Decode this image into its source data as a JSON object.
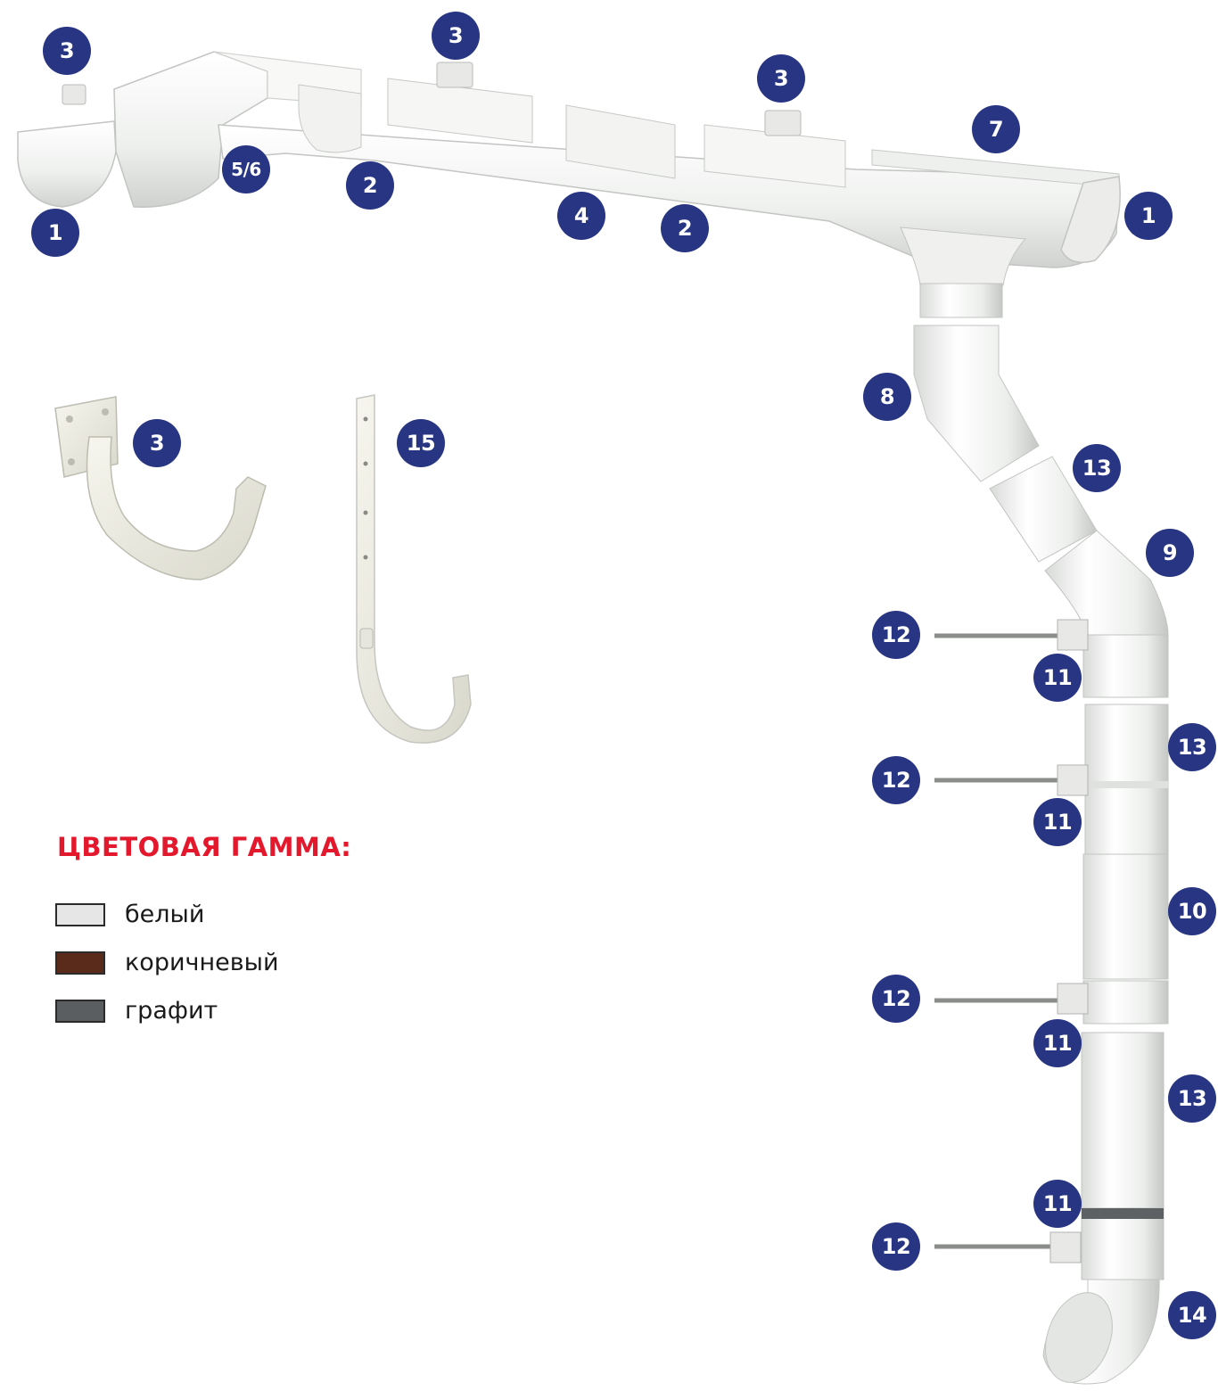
{
  "legend": {
    "title": "ЦВЕТОВАЯ ГАММА:",
    "items": [
      {
        "label": "белый",
        "color": "#e6e6e6"
      },
      {
        "label": "коричневый",
        "color": "#5a2a1a"
      },
      {
        "label": "графит",
        "color": "#5a5e61"
      }
    ]
  },
  "callouts": {
    "gutter_cap_left": "1",
    "gutter_cap_right": "1",
    "connector_1": "2",
    "connector_2": "2",
    "hook_top_1": "3",
    "hook_top_2": "3",
    "hook_top_3": "3",
    "hook_detail": "3",
    "gutter_pipe": "4",
    "corner": "5/6",
    "funnel": "7",
    "elbow_upper": "8",
    "elbow_lower": "9",
    "coupling": "10",
    "clamp_1": "11",
    "clamp_2": "11",
    "clamp_3": "11",
    "clamp_4": "11",
    "pin_1": "12",
    "pin_2": "12",
    "pin_3": "12",
    "pin_4": "12",
    "pipe_1": "13",
    "pipe_2": "13",
    "pipe_3": "13",
    "outlet": "14",
    "long_bracket": "15"
  },
  "colors": {
    "badge": "#283583",
    "legend_title": "#e3182d",
    "product_white": "#f4f4f2",
    "product_shadow": "#c9ccc9"
  }
}
